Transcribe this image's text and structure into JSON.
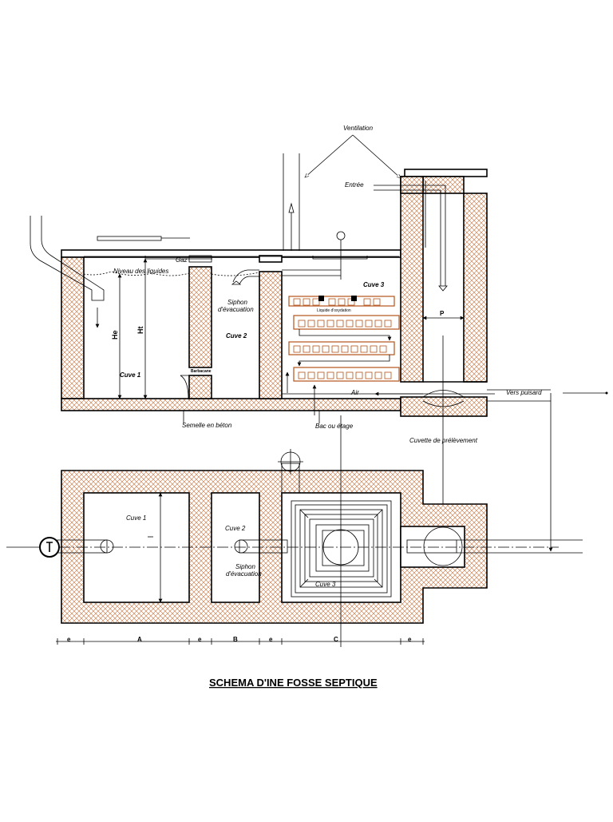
{
  "title": "SCHEMA D'INE FOSSE SEPTIQUE",
  "colors": {
    "line": "#000000",
    "hatch": "#c8703a",
    "brick": "#b5531c",
    "background": "#ffffff"
  },
  "section": {
    "ventilation": "Ventilation",
    "entree": "Entrée",
    "gaz": "Gaz",
    "niveau_liquides": "Niveau des liquides",
    "siphon_line1": "Siphon",
    "siphon_line2": "d'évacuation",
    "cuve1": "Cuve 1",
    "cuve2": "Cuve 2",
    "cuve3": "Cuve 3",
    "liquide_oxydation": "Liquide d'oxydation",
    "barbacane": "Barbacane",
    "he": "He",
    "ht": "Ht",
    "p": "P",
    "air": "Air",
    "vers_puisard": "Vers puisard",
    "semelle": "Semelle en béton",
    "bac": "Bac ou étage",
    "cuvette": "Cuvette de prélèvement"
  },
  "plan": {
    "cuve1": "Cuve 1",
    "cuve2": "Cuve 2",
    "cuve3": "Cuve 3",
    "siphon_line1": "Siphon",
    "siphon_line2": "d'évacuation"
  },
  "dimensions": [
    "e",
    "A",
    "e",
    "B",
    "e",
    "C",
    "e"
  ]
}
